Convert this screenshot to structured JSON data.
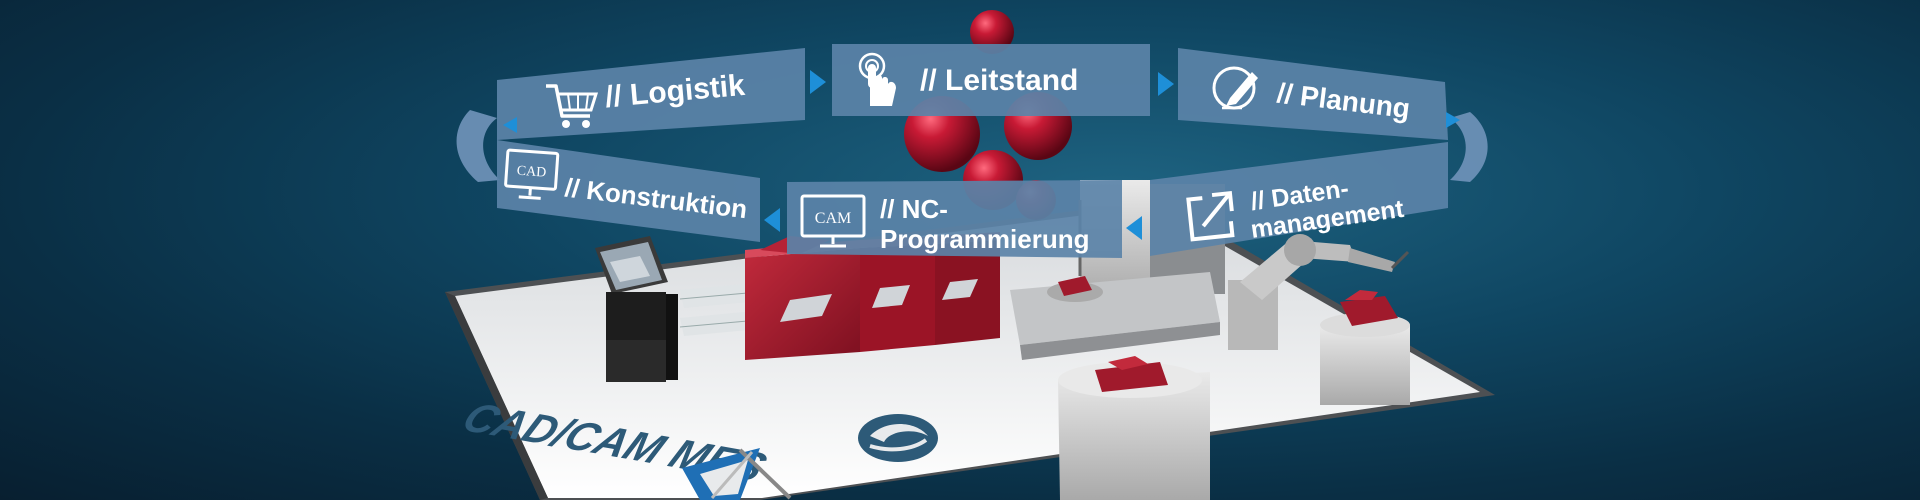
{
  "modules": {
    "logistik": "// Logistik",
    "leitstand": "// Leitstand",
    "planung": "// Planung",
    "konstruktion": "// Konstruktion",
    "nc_line1": "// NC-",
    "nc_line2": "Programmierung",
    "daten_line1": "// Daten-",
    "daten_line2": "management"
  },
  "icons": {
    "cad_label": "CAD",
    "cam_label": "CAM",
    "logistik": "shopping-cart-icon",
    "leitstand": "touch-hand-icon",
    "planung": "pen-circle-icon",
    "daten": "external-link-icon"
  },
  "logo": {
    "text": "CAD/CAM MES"
  },
  "colors": {
    "background": "#0b3148",
    "panel": "#5b83a8",
    "arrow": "#1e8fd8",
    "sphere": "#b0142e",
    "red_machine": "#a01a2c",
    "floor": "#e8eaec"
  }
}
